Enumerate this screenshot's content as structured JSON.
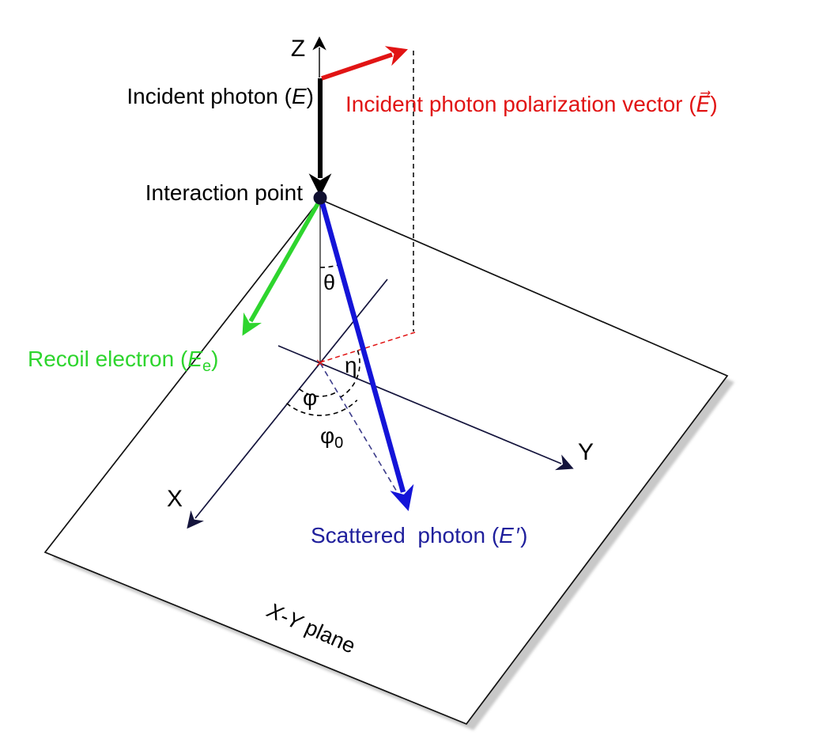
{
  "figure": {
    "description": "Compton scattering geometry diagram",
    "colors": {
      "incident_black": "#000000",
      "polarization_red": "#e11414",
      "recoil_green": "#2ed52e",
      "scattered_blue": "#1414d8",
      "scattered_text_blue": "#1f1f9c",
      "axis_navy": "#14143c",
      "projection_navy_dashed": "#3c3c8a",
      "plane_shadow": "#c8c8c8",
      "interaction_dot": "#101030"
    }
  },
  "labels": {
    "z": "Z",
    "x": "X",
    "y": "Y",
    "incident_photon": {
      "prefix": "Incident photon (",
      "symbol": "E",
      "suffix": ")"
    },
    "polarization": {
      "prefix": "Incident photon polarization vector (",
      "symbol": "E⃗",
      "suffix": ")"
    },
    "interaction_point": "Interaction point",
    "recoil_electron": {
      "prefix": "Recoil electron (",
      "symbol": "E",
      "sub": "e",
      "suffix": ")"
    },
    "scattered_photon": {
      "prefix": "Scattered  photon (",
      "symbol": "E",
      "suffix": "′)"
    },
    "xy_plane": {
      "italic": "X-Y",
      "regular": " plane"
    },
    "angles": {
      "theta": "θ",
      "eta": "η",
      "phi": "φ",
      "phi0_base": "φ",
      "phi0_sub": "0"
    }
  }
}
